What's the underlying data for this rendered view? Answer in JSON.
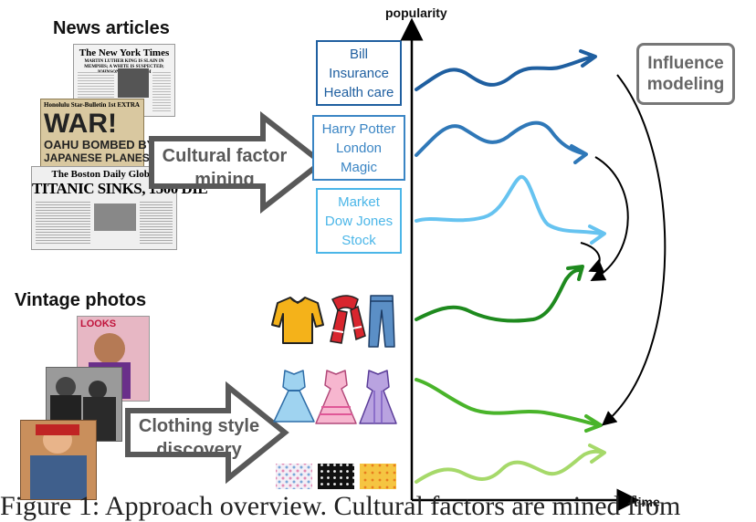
{
  "news": {
    "title": "News articles",
    "paper1_masthead": "The New York Times",
    "paper1_headline": "MARTIN LUTHER KING IS SLAIN IN MEMPHIS; A WHITE IS SUSPECTED; JOHNSON URGES CALM",
    "paper2_masthead": "Honolulu Star-Bulletin 1st EXTRA",
    "paper2_headline1": "WAR!",
    "paper2_headline2": "OAHU BOMBED BY",
    "paper2_headline3": "JAPANESE PLANES",
    "paper3_masthead": "The Boston Daily Globe.",
    "paper3_headline": "TITANIC SINKS, 1500 DIE"
  },
  "vintage": {
    "title": "Vintage photos",
    "magazine": "LOOKS"
  },
  "arrows": {
    "cultural_line1": "Cultural factor",
    "cultural_line2": "mining",
    "clothing_line1": "Clothing style",
    "clothing_line2": "discovery"
  },
  "factor_boxes": [
    {
      "lines": [
        "Bill",
        "Insurance",
        "Health care"
      ]
    },
    {
      "lines": [
        "Harry Potter",
        "London",
        "Magic"
      ]
    },
    {
      "lines": [
        "Market",
        "Dow Jones",
        "Stock"
      ]
    }
  ],
  "axes": {
    "y_label": "popularity",
    "x_label": "time"
  },
  "influence": {
    "line1": "Influence",
    "line2": "modeling"
  },
  "caption": "Figure 1: Approach overview. Cultural factors are mined from",
  "colors": {
    "series1": "#1f5fa0",
    "series2": "#2f78b8",
    "series3": "#66c3f0",
    "series4": "#1e8a1e",
    "series5": "#49b42a",
    "series6": "#a6d96a",
    "arrow_gray": "#595959"
  }
}
